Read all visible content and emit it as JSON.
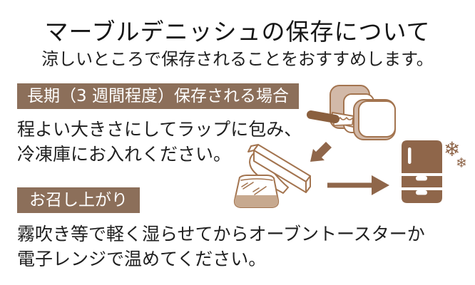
{
  "page": {
    "title": "マーブルデニッシュの保存について",
    "subtitle": "涼しいところで保存されることをおすすめします。"
  },
  "sections": {
    "long_term": {
      "heading": "長期（3 週間程度）保存される場合",
      "body_line1": "程よい大きさにしてラップに包み、",
      "body_line2": "冷凍庫にお入れください。"
    },
    "eating": {
      "heading": "お召し上がり",
      "body_line1": "霧吹き等で軽く湿らせてからオーブントースターか",
      "body_line2": "電子レンジで温めてください。"
    }
  },
  "icons": {
    "bread_slicing": "bread-loaf-being-sliced-with-knife",
    "arrow_down_left": "solid-arrow-pointing-down-left",
    "plastic_wrap": "plastic-wrap-box-and-wrapped-bread",
    "arrow_right": "solid-arrow-pointing-right",
    "freezer": "refrigerator-freezer-silhouette",
    "snowflake_large": "❄",
    "snowflake_small": "❄"
  },
  "colors": {
    "background": "#ffffff",
    "heading_bg": "#8c6f5a",
    "heading_text": "#ffffff",
    "body_text": "#1f1f1f",
    "icon_solid": "#8f664a",
    "icon_knife": "#8a5f3e",
    "icon_outline": "#a3744f",
    "icon_fill_tan": "#d2b9a8",
    "icon_fill_band": "#c7a98f"
  }
}
